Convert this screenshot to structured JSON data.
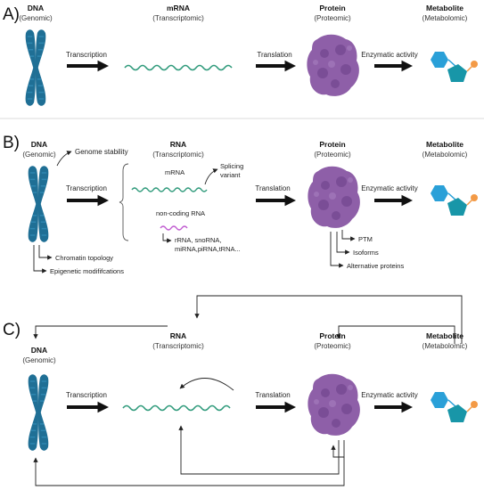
{
  "panel_a": {
    "letter": "A)",
    "dna": {
      "title": "DNA",
      "sub": "(Genomic)"
    },
    "mrna": {
      "title": "mRNA",
      "sub": "(Transcriptomic)"
    },
    "protein": {
      "title": "Protein",
      "sub": "(Proteomic)"
    },
    "metabolite": {
      "title": "Metabolite",
      "sub": "(Metabolomic)"
    },
    "transcription": "Transcription",
    "translation": "Translation",
    "enzymatic": "Enzymatic activity"
  },
  "panel_b": {
    "letter": "B)",
    "dna": {
      "title": "DNA",
      "sub": "(Genomic)"
    },
    "rna": {
      "title": "RNA",
      "sub": "(Transcriptomic)"
    },
    "protein": {
      "title": "Protein",
      "sub": "(Proteomic)"
    },
    "metabolite": {
      "title": "Metabolite",
      "sub": "(Metabolomic)"
    },
    "transcription": "Transcription",
    "translation": "Translation",
    "enzymatic": "Enzymatic activity",
    "genome_stability": "Genome stability",
    "mrna": "mRNA",
    "splicing_1": "Splicing",
    "splicing_2": "variant",
    "noncoding": "non-coding RNA",
    "ncrna_1": "rRNA, snoRNA,",
    "ncrna_2": "miRNA,piRNA,tRNA...",
    "chromatin": "Chromatin topology",
    "epigenetic": "Epigenetic modififcations",
    "ptm": "PTM",
    "isoforms": "Isoforms",
    "alt_proteins": "Alternative proteins"
  },
  "panel_c": {
    "letter": "C)",
    "dna": {
      "title": "DNA",
      "sub": "(Genomic)"
    },
    "rna": {
      "title": "RNA",
      "sub": "(Transcriptomic)"
    },
    "protein": {
      "title": "Protein",
      "sub": "(Proteomic)"
    },
    "metabolite": {
      "title": "Metabolite",
      "sub": "(Metabolomic)"
    },
    "transcription": "Transcription",
    "translation": "Translation",
    "enzymatic": "Enzymatic activity"
  },
  "colors": {
    "dna": "#1f6f95",
    "dna_light": "#2e86b0",
    "rna": "#2f9a7b",
    "ncrna": "#c05bd0",
    "protein": "#8e5fa8",
    "protein_dark": "#7a4d96",
    "metabolite_hex": "#2aa0d8",
    "metabolite_pent": "#1896a8",
    "metabolite_dot": "#f39a46"
  },
  "icons": [
    "dna-chromosome-icon",
    "rna-strand-icon",
    "protein-blob-icon",
    "metabolite-molecule-icon"
  ]
}
